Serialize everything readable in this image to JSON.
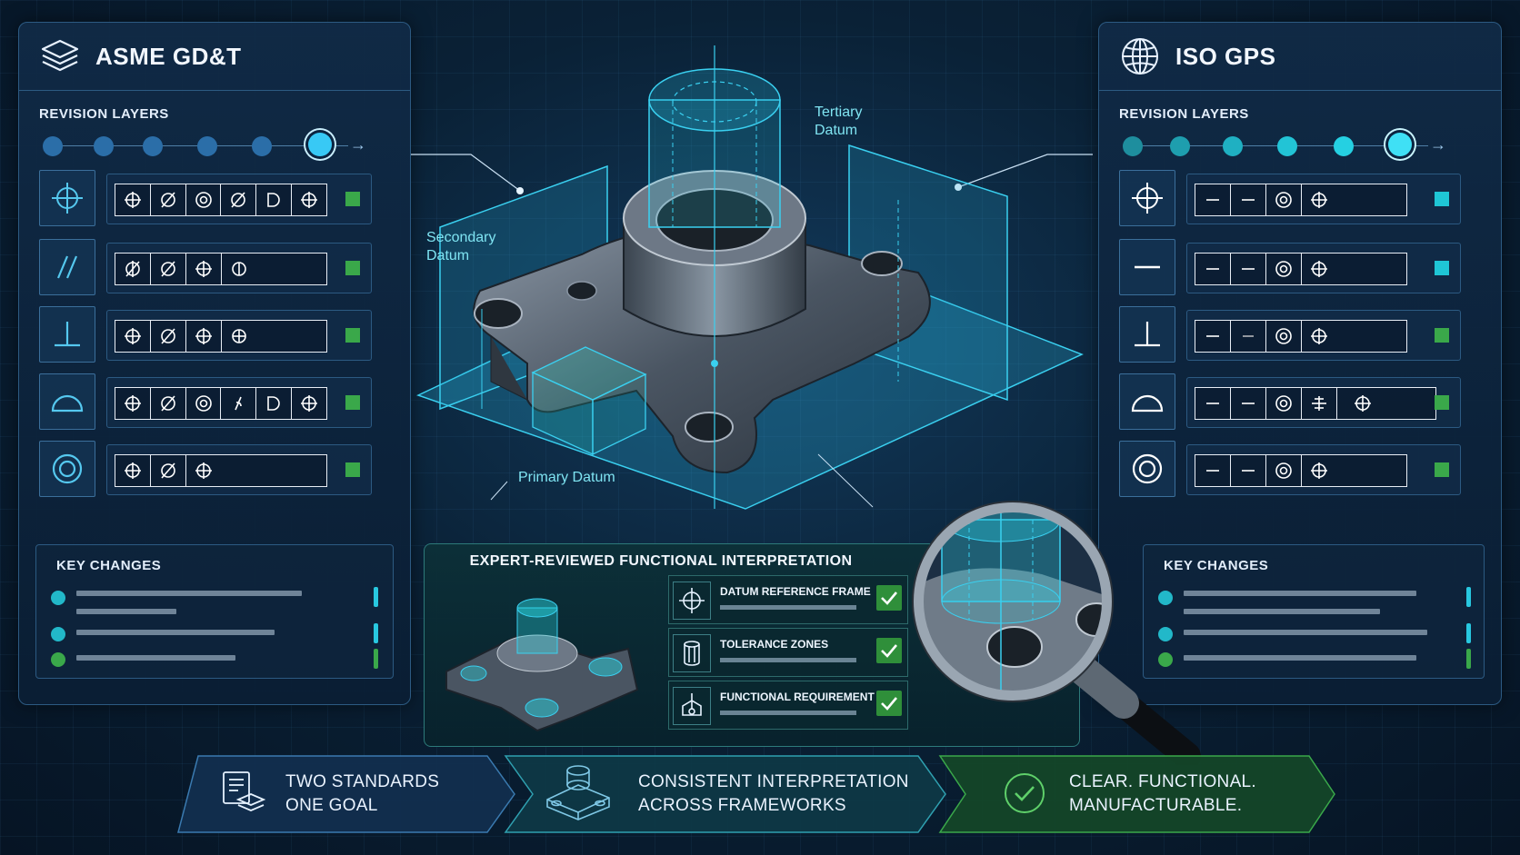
{
  "left_panel": {
    "title": "ASME GD&T",
    "revision_label": "REVISION LAYERS",
    "rows": [
      {
        "symbol": "position-icon",
        "status_color": "#3aa84a"
      },
      {
        "symbol": "parallelism-icon",
        "status_color": "#3aa84a"
      },
      {
        "symbol": "perpendicularity-icon",
        "status_color": "#3aa84a"
      },
      {
        "symbol": "profile-of-surface-icon",
        "status_color": "#3aa84a"
      },
      {
        "symbol": "concentricity-icon",
        "status_color": "#3aa84a"
      }
    ],
    "key_changes_label": "KEY CHANGES"
  },
  "right_panel": {
    "title": "ISO GPS",
    "revision_label": "REVISION LAYERS",
    "rows": [
      {
        "symbol": "position-icon",
        "status_color": "#1fc6d6"
      },
      {
        "symbol": "straightness-icon",
        "status_color": "#1fc6d6"
      },
      {
        "symbol": "perpendicularity-icon",
        "status_color": "#3aa84a"
      },
      {
        "symbol": "profile-of-surface-icon",
        "status_color": "#3aa84a"
      },
      {
        "symbol": "concentricity-icon",
        "status_color": "#3aa84a"
      }
    ],
    "key_changes_label": "KEY CHANGES"
  },
  "diagram": {
    "secondary_datum": [
      "Secondary",
      "Datum"
    ],
    "tertiary_datum": [
      "Tertiary",
      "Datum"
    ],
    "primary_datum": "Primary Datum"
  },
  "center": {
    "title": "EXPERT-REVIEWED FUNCTIONAL INTERPRETATION",
    "checks": [
      {
        "label": "DATUM REFERENCE FRAME",
        "icon": "datum-target-icon"
      },
      {
        "label": "TOLERANCE ZONES",
        "icon": "cylinder-zone-icon"
      },
      {
        "label": "FUNCTIONAL REQUIREMENT",
        "icon": "function-icon"
      }
    ]
  },
  "footer": {
    "items": [
      {
        "line1": "TWO STANDARDS",
        "line2": "ONE GOAL",
        "icon": "document-stack-icon"
      },
      {
        "line1": "CONSISTENT INTERPRETATION",
        "line2": "ACROSS FRAMEWORKS",
        "icon": "part-icon"
      },
      {
        "line1": "CLEAR. FUNCTIONAL.",
        "line2": "MANUFACTURABLE.",
        "icon": "check-circle-icon"
      }
    ]
  },
  "colors": {
    "accent_cyan": "#22d3ee",
    "status_green": "#3aa84a",
    "status_cyan": "#1fc6d6",
    "panel_border": "#2c5a82"
  }
}
